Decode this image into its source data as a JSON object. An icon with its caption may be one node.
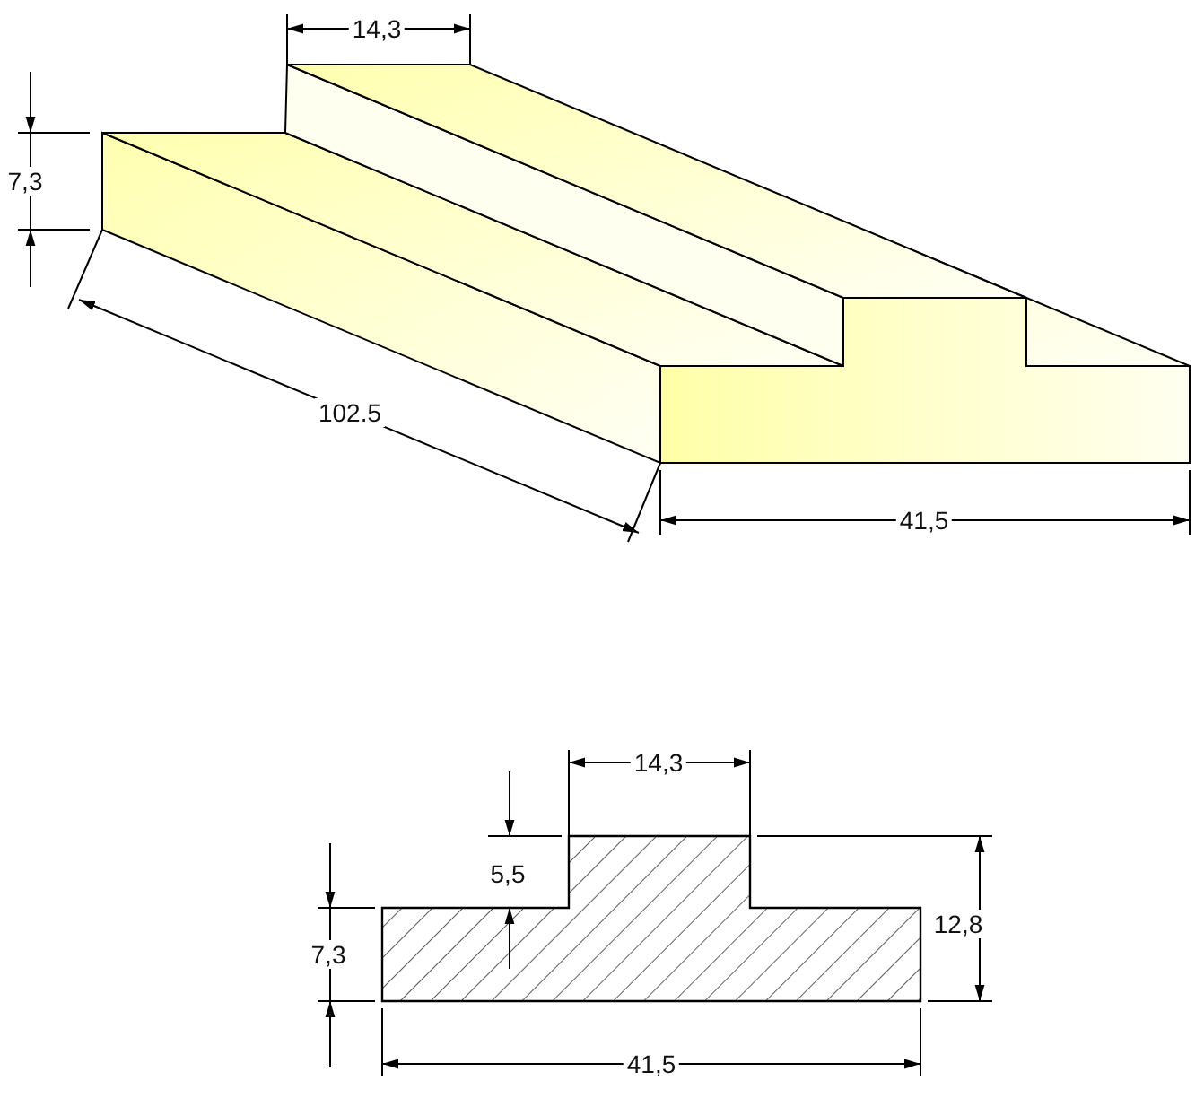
{
  "diagram": {
    "labels": [
      "14,3",
      "7,3",
      "102.5",
      "41,5",
      "14,3",
      "5,5",
      "12,8",
      "7,3",
      "41,5"
    ]
  }
}
